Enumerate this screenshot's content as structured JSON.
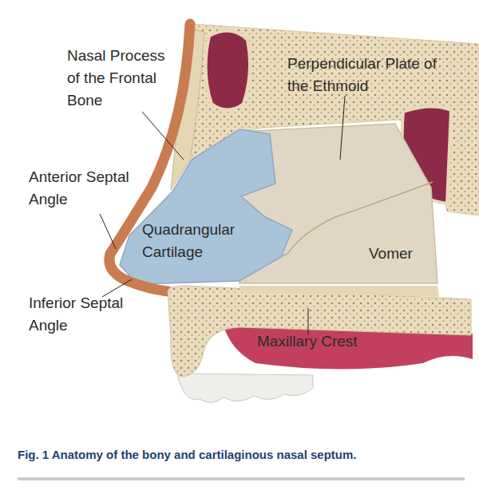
{
  "diagram": {
    "caption": "Fig. 1 Anatomy of the bony and cartilaginous nasal septum.",
    "labels": [
      "Nasal Process of the Frontal Bone",
      "Perpendicular Plate of the Ethmoid",
      "Anterior Septal Angle",
      "Quadrangular Cartilage",
      "Vomer",
      "Inferior Septal Angle",
      "Maxillary Crest"
    ]
  }
}
